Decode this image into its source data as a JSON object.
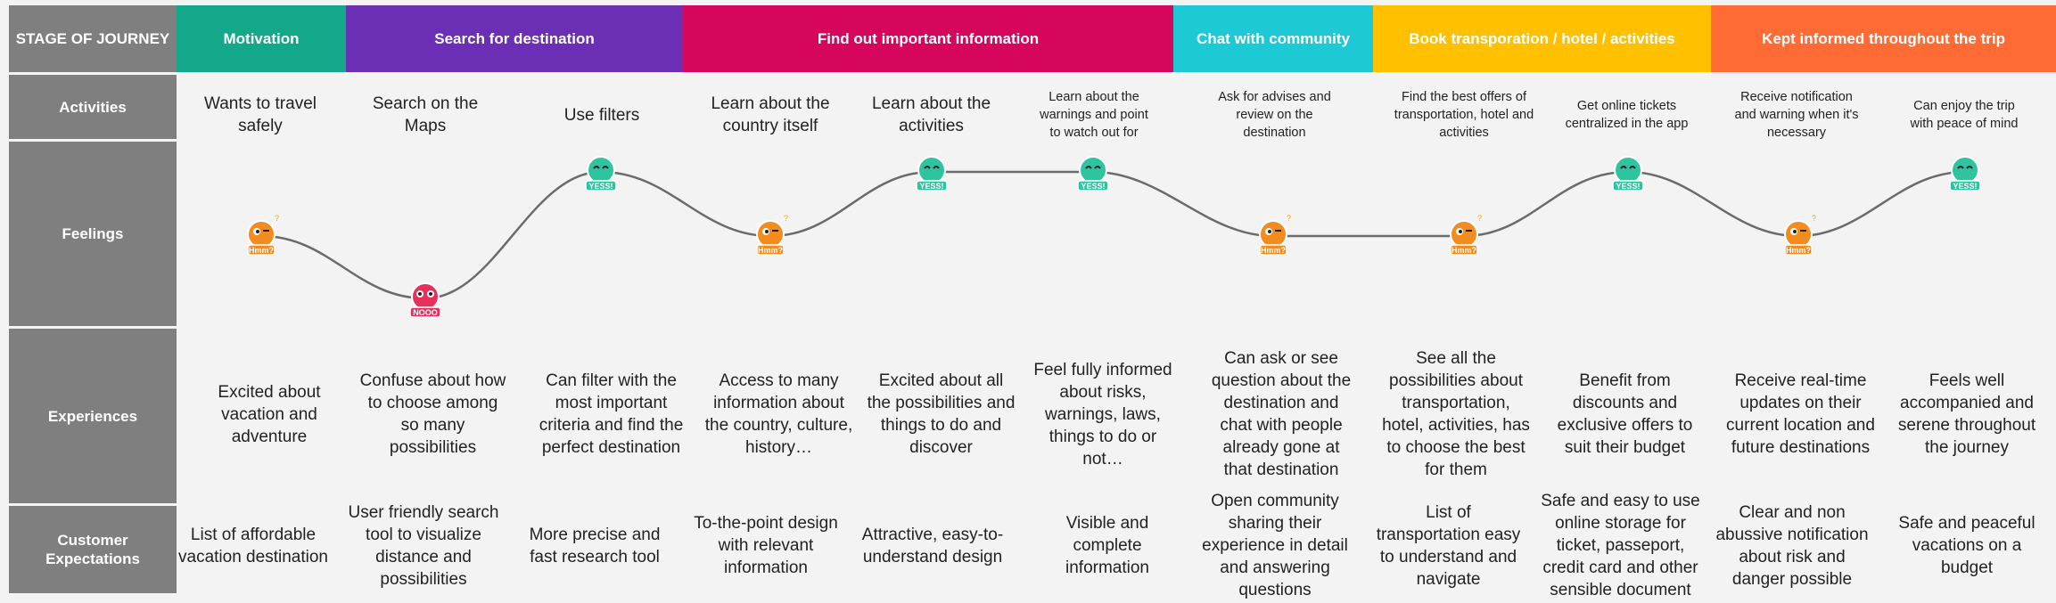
{
  "row_labels": {
    "stage": "STAGE OF JOURNEY",
    "activities": "Activities",
    "feelings": "Feelings",
    "experiences": "Experiences",
    "expectations": "Customer Expectations"
  },
  "stages": [
    {
      "label": "Motivation",
      "color": "#13a88a"
    },
    {
      "label": "Search for destination",
      "color": "#6a2fb5"
    },
    {
      "label": "Find out important information",
      "color": "#d6065d"
    },
    {
      "label": "Chat with community",
      "color": "#1dc9d4"
    },
    {
      "label": "Book transporation / hotel / activities",
      "color": "#ffc000"
    },
    {
      "label": "Kept informed throughout the trip",
      "color": "#ff6b35"
    }
  ],
  "columns": [
    {
      "activity": "Wants to travel safely",
      "feeling": "Hmm?",
      "experience": "Excited about vacation and adventure",
      "expectation": "List of affordable vacation destination"
    },
    {
      "activity": "Search on the Maps",
      "feeling": "NOOO",
      "experience": "Confuse about how to choose among so many possibilities",
      "expectation": "User friendly search tool to visualize distance and possibilities"
    },
    {
      "activity": "Use filters",
      "feeling": "YESS!",
      "experience": "Can filter with the most important criteria and find the perfect destination",
      "expectation": "More precise and fast research tool"
    },
    {
      "activity": "Learn about the country itself",
      "feeling": "Hmm?",
      "experience": "Access to many information about the country, culture, history…",
      "expectation": "To-the-point design with relevant information"
    },
    {
      "activity": "Learn about the activities",
      "feeling": "YESS!",
      "experience": "Excited about all the possibilities and things to do and discover",
      "expectation": "Attractive, easy-to-understand design"
    },
    {
      "activity": "Learn about the warnings and point to watch out for",
      "feeling": "YESS!",
      "experience": "Feel fully informed about risks, warnings, laws, things to do or not…",
      "expectation": "Visible and complete information"
    },
    {
      "activity": "Ask for advises and review on the destination",
      "feeling": "Hmm?",
      "experience": "Can ask or see question about the destination and chat with people already gone at that destination",
      "expectation": "Open community sharing their experience in detail and answering questions"
    },
    {
      "activity": "Find the best offers of transportation, hotel and activities",
      "feeling": "Hmm?",
      "experience": "See all the possibilities about transportation, hotel, activities, has to choose the best for them",
      "expectation": "List of transportation easy to understand and navigate"
    },
    {
      "activity": "Get online tickets centralized in the app",
      "feeling": "YESS!",
      "experience": "Benefit from discounts and exclusive offers to suit their budget",
      "expectation": "Safe and easy to use online storage for ticket, passeport, credit card and other sensible document"
    },
    {
      "activity": "Receive notification and warning when it's necessary",
      "feeling": "Hmm?",
      "experience": "Receive real-time updates on their current location and future destinations",
      "expectation": "Clear and non abussive notification about risk and danger possible"
    },
    {
      "activity": "Can enjoy the trip with peace of mind",
      "feeling": "YESS!",
      "experience": "Feels well accompanied and serene throughout the journey",
      "expectation": "Safe and peaceful vacations on a budget"
    }
  ],
  "emotion_colors": {
    "Hmm?": "#f28c1e",
    "NOOO": "#e8305c",
    "YESS!": "#2ec4a0"
  }
}
